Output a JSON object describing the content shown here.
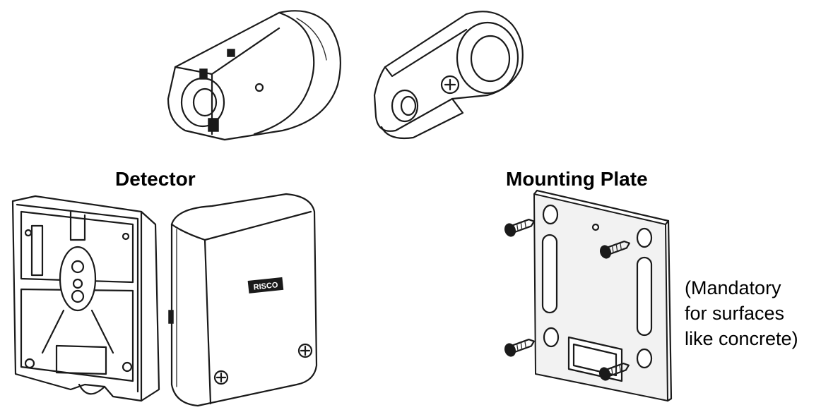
{
  "labels": {
    "detector": "Detector",
    "mounting_plate": "Mounting Plate",
    "note_line1": "(Mandatory",
    "note_line2": "for surfaces",
    "note_line3": "like concrete)",
    "cover_logo": "RISCO"
  },
  "icons": {
    "bracket_closed": "bracket-closed-icon",
    "bracket_open": "bracket-open-icon",
    "detector_base": "detector-base-icon",
    "detector_cover": "detector-cover-icon",
    "mounting_plate": "mounting-plate-icon",
    "screw": "screw-icon"
  }
}
